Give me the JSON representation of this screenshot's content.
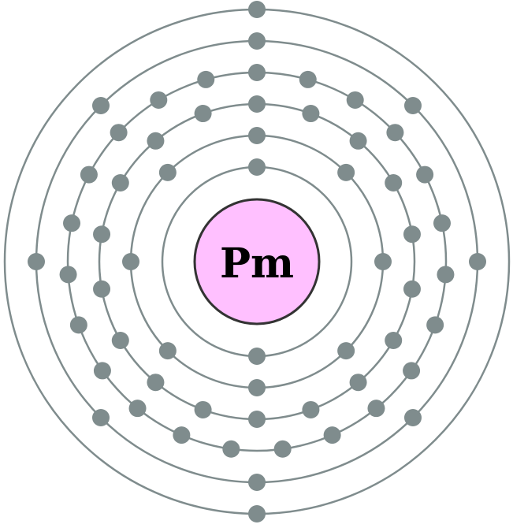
{
  "element": {
    "symbol": "Pm",
    "nucleus_color": "#ffc0ff"
  },
  "shell_color": "#7f8c8d",
  "electron_color": "#7f8c8d",
  "shells": [
    {
      "electrons": 2
    },
    {
      "electrons": 8
    },
    {
      "electrons": 18
    },
    {
      "electrons": 23
    },
    {
      "electrons": 8
    },
    {
      "electrons": 2
    }
  ]
}
